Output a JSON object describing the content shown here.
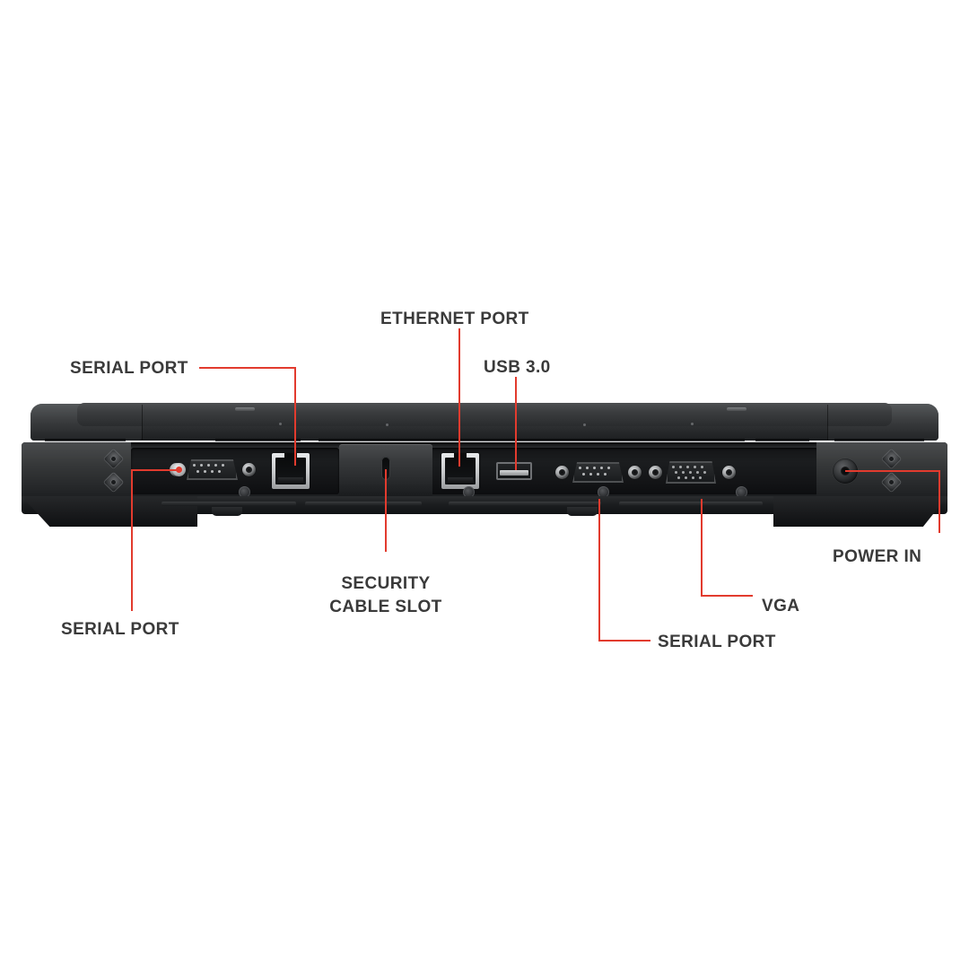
{
  "diagram": {
    "title": "Rugged Laptop Rear Port Callout Diagram",
    "accent_color": "#e23b2e",
    "label_color": "#3a3a3a",
    "background_color": "#ffffff"
  },
  "callouts": [
    {
      "id": "serial-port-top-left",
      "label": "SERIAL PORT",
      "target": "db9-left"
    },
    {
      "id": "ethernet-port",
      "label": "ETHERNET PORT",
      "target": "rj45-left"
    },
    {
      "id": "usb-3",
      "label": "USB 3.0",
      "target": "usb-port"
    },
    {
      "id": "power-in",
      "label": "POWER IN",
      "target": "power-jack"
    },
    {
      "id": "vga",
      "label": "VGA",
      "target": "vga-port"
    },
    {
      "id": "serial-port-bottom-right",
      "label": "SERIAL PORT",
      "target": "db9-right"
    },
    {
      "id": "security-cable-slot",
      "label_line_1": "SECURITY",
      "label_line_2": "CABLE SLOT",
      "target": "kensington-slot"
    },
    {
      "id": "serial-port-bottom-left",
      "label": "SERIAL PORT",
      "target": "db9-left-post"
    }
  ],
  "ports": [
    {
      "name": "SERIAL PORT",
      "type": "DB9",
      "count": 2
    },
    {
      "name": "ETHERNET PORT",
      "type": "RJ45",
      "count": 2
    },
    {
      "name": "USB 3.0",
      "type": "USB-A",
      "count": 1
    },
    {
      "name": "VGA",
      "type": "DE15",
      "count": 1
    },
    {
      "name": "POWER IN",
      "type": "BARREL",
      "count": 1
    },
    {
      "name": "SECURITY CABLE SLOT",
      "type": "KENSINGTON",
      "count": 1
    }
  ]
}
